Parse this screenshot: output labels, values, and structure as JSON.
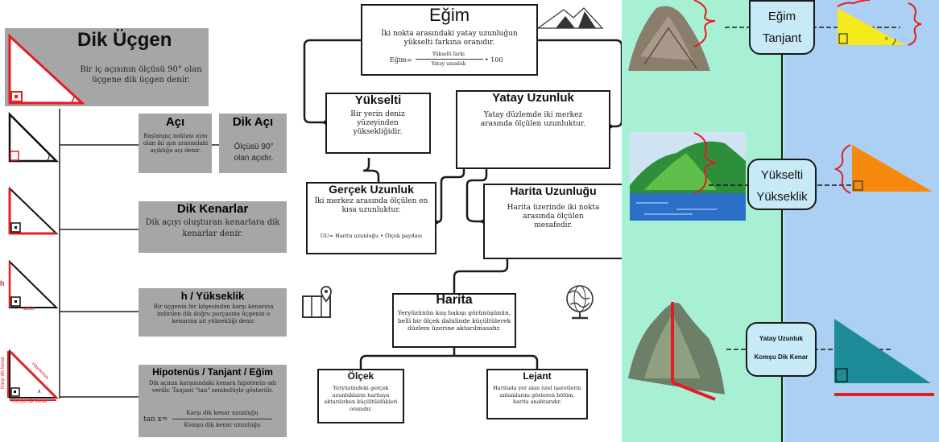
{
  "left": {
    "main": {
      "title": "Dik Üçgen",
      "text": "Bir iç açısının ölçüsü 90° olan üçgene dik üçgen denir."
    },
    "aci": {
      "title": "Açı",
      "text": "Başlangıç noktası aynı olan iki ışın arasındaki açıklığa açı denir."
    },
    "dik_aci": {
      "title": "Dik Açı",
      "text": "Ölçüsü 90° olan açıdır."
    },
    "dik_kenarlar": {
      "title": "Dik Kenarlar",
      "text": "Dik açıyı oluşturan kenarlara dik kenarlar denir."
    },
    "yukseklik": {
      "title": "h / Yükseklik",
      "text": "Bir üçgenin bir köşesinden karşı kenarına indirilen dik doğru parçasına üçgenin o kenarına ait yüksekliği denir."
    },
    "hipotenus": {
      "title": "Hipotenüs / Tanjant / Eğim",
      "text": "Dik açının karşısındaki kenara hipotenüs adı verilir. Tanjant \"tan\" sembolüyle gösterilir.",
      "formula_prefix": "tan x=",
      "formula_num": "Karşı dik kenar uzunluğu",
      "formula_den": "Komşu dik kenar uzunluğu"
    },
    "tri_labels": {
      "h": "h",
      "taban": "taban",
      "hipotenus": "Hipotenüs",
      "karsi": "Karşı dik kenar",
      "komsu": "Komşu dik kenar",
      "x": "x"
    }
  },
  "middle": {
    "egim": {
      "title": "Eğim",
      "text": "İki nokta arasındaki yatay uzunluğun yükselti farkına oranıdır.",
      "formula_prefix": "Eğim=",
      "formula_num": "Yükselti farkı",
      "formula_den": "Yatay uzunluk",
      "formula_suffix": "• 100"
    },
    "yukselti": {
      "title": "Yükselti",
      "text": "Bir yerin deniz yüzeyinden yüksekliğidir."
    },
    "yatay": {
      "title": "Yatay Uzunluk",
      "text": "Yatay düzlemde iki merkez arasında ölçülen uzunluktur."
    },
    "gercek": {
      "title": "Gerçek Uzunluk",
      "text": "İki merkez arasında ölçülen en kısa uzunluktur.",
      "formula": "GU= Harita uzunluğu • Ölçek paydası"
    },
    "harita_uz": {
      "title": "Harita Uzunluğu",
      "text": "Harita üzerinde iki nokta arasında ölçülen mesafedir."
    },
    "harita": {
      "title": "Harita",
      "text": "Yeryüzünün kuş bakışı görünüşünün, belli bir ölçek dahilinde küçültülerek düzlem üzerine aktarılmasıdır."
    },
    "olcek": {
      "title": "Ölçek",
      "text": "Yeryüzündeki gerçek uzunlukların haritaya aktarılırken küçültüldükleri oranıdır."
    },
    "lejant": {
      "title": "Lejant",
      "text": "Haritada yer alan özel işaretlerin anlamlarını gösteren bölüm, harita anahtarıdır."
    }
  },
  "right": {
    "pair1": {
      "line1": "Eğim",
      "line2": "Tanjant"
    },
    "pair2": {
      "line1": "Yükselti",
      "line2": "Yükseklik"
    },
    "pair3": {
      "line1": "Yatay Uzunluk",
      "line2": "Komşu Dik Kenar"
    },
    "x": "x"
  },
  "colors": {
    "gray": "#a6a6a6",
    "red": "#e51c23",
    "mint": "#a8f0d4",
    "sky": "#acd0f4",
    "yellow": "#f5ea1e",
    "orange": "#f7890d",
    "teal": "#1d8b98"
  }
}
